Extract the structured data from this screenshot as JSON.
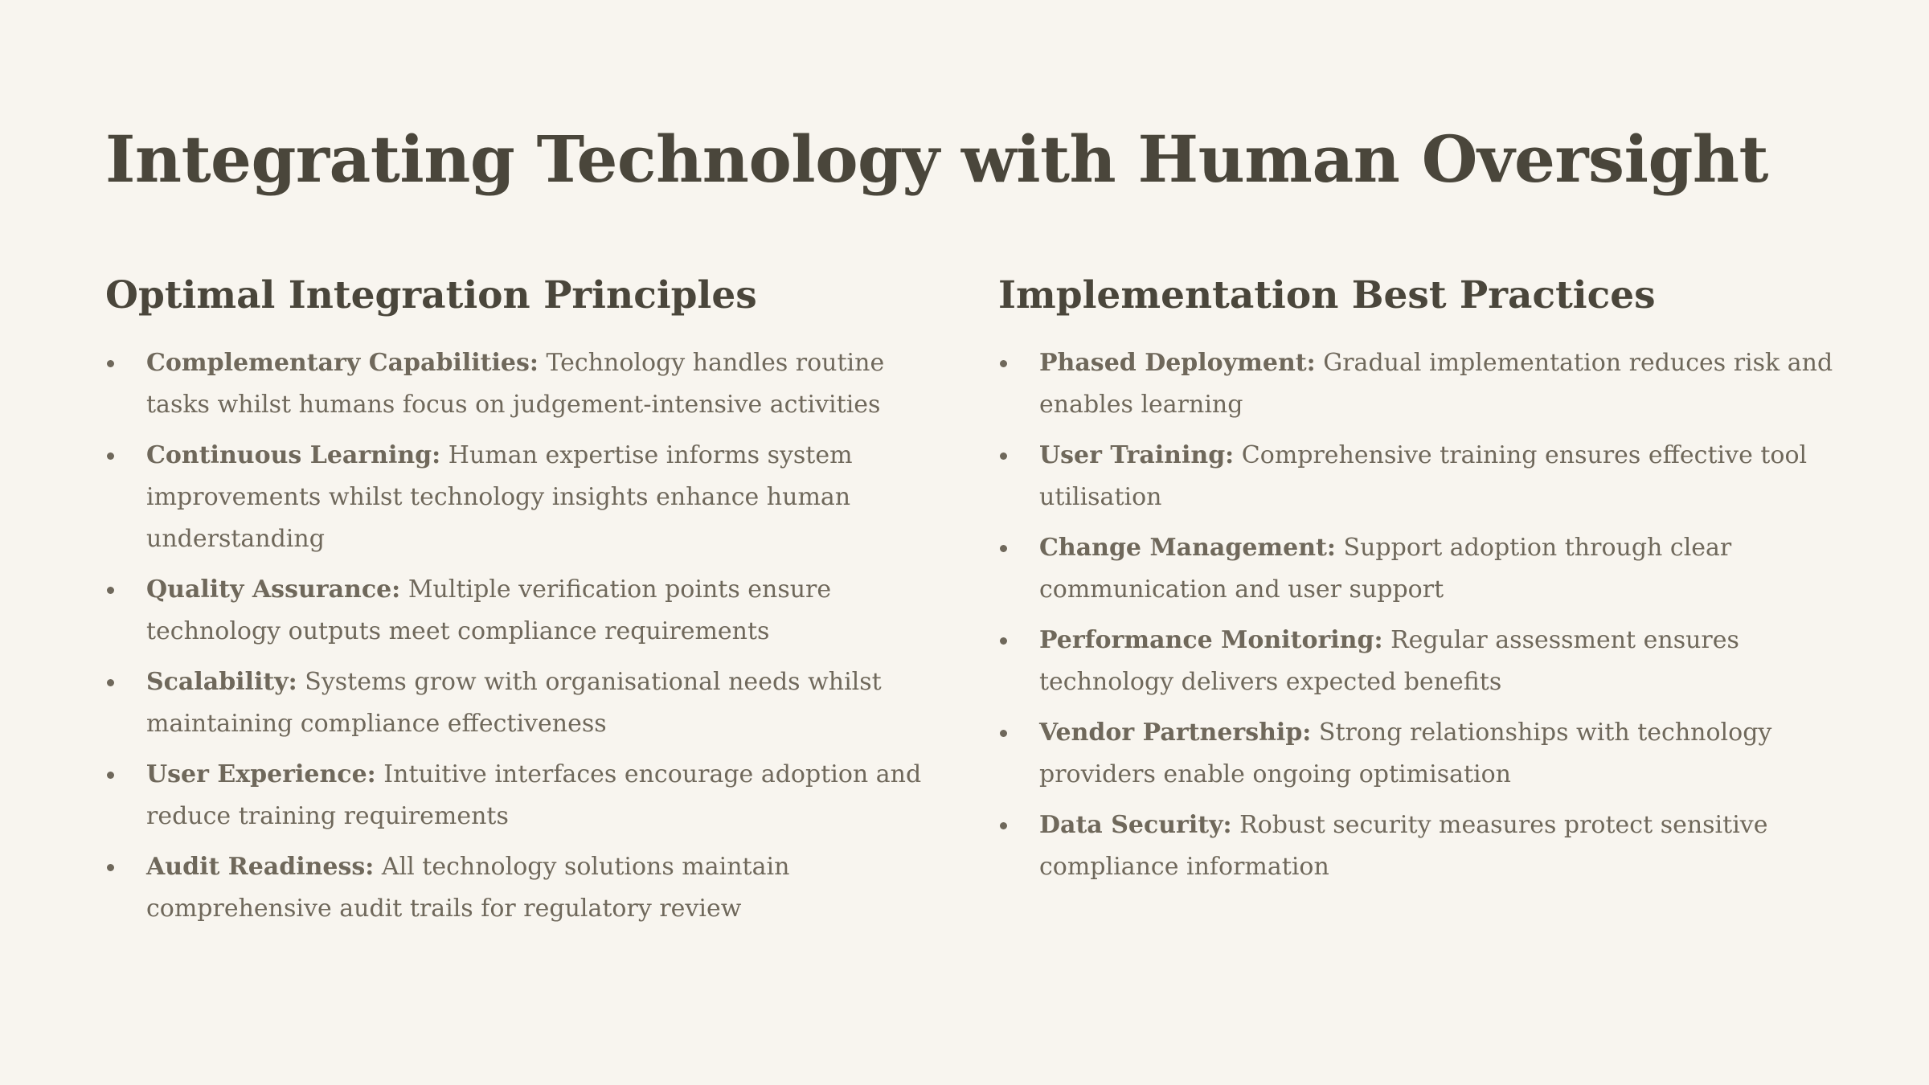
{
  "title": "Integrating Technology with Human Oversight",
  "left": {
    "heading": "Optimal Integration Principles",
    "items": [
      {
        "term": "Complementary Capabilities:",
        "text": "Technology handles routine tasks whilst humans focus on judgement-intensive activities"
      },
      {
        "term": "Continuous Learning:",
        "text": "Human expertise informs system improvements whilst technology insights enhance human understanding"
      },
      {
        "term": "Quality Assurance:",
        "text": "Multiple verification points ensure technology outputs meet compliance requirements"
      },
      {
        "term": "Scalability:",
        "text": "Systems grow with organisational needs whilst maintaining compliance effectiveness"
      },
      {
        "term": "User Experience:",
        "text": "Intuitive interfaces encourage adoption and reduce training requirements"
      },
      {
        "term": "Audit Readiness:",
        "text": "All technology solutions maintain comprehensive audit trails for regulatory review"
      }
    ]
  },
  "right": {
    "heading": "Implementation Best Practices",
    "items": [
      {
        "term": "Phased Deployment:",
        "text": "Gradual implementation reduces risk and enables learning"
      },
      {
        "term": "User Training:",
        "text": "Comprehensive training ensures effective tool utilisation"
      },
      {
        "term": "Change Management:",
        "text": "Support adoption through clear communication and user support"
      },
      {
        "term": "Performance Monitoring:",
        "text": "Regular assessment ensures technology delivers expected benefits"
      },
      {
        "term": "Vendor Partnership:",
        "text": "Strong relationships with technology providers enable ongoing optimisation"
      },
      {
        "term": "Data Security:",
        "text": "Robust security measures protect sensitive compliance information"
      }
    ]
  }
}
